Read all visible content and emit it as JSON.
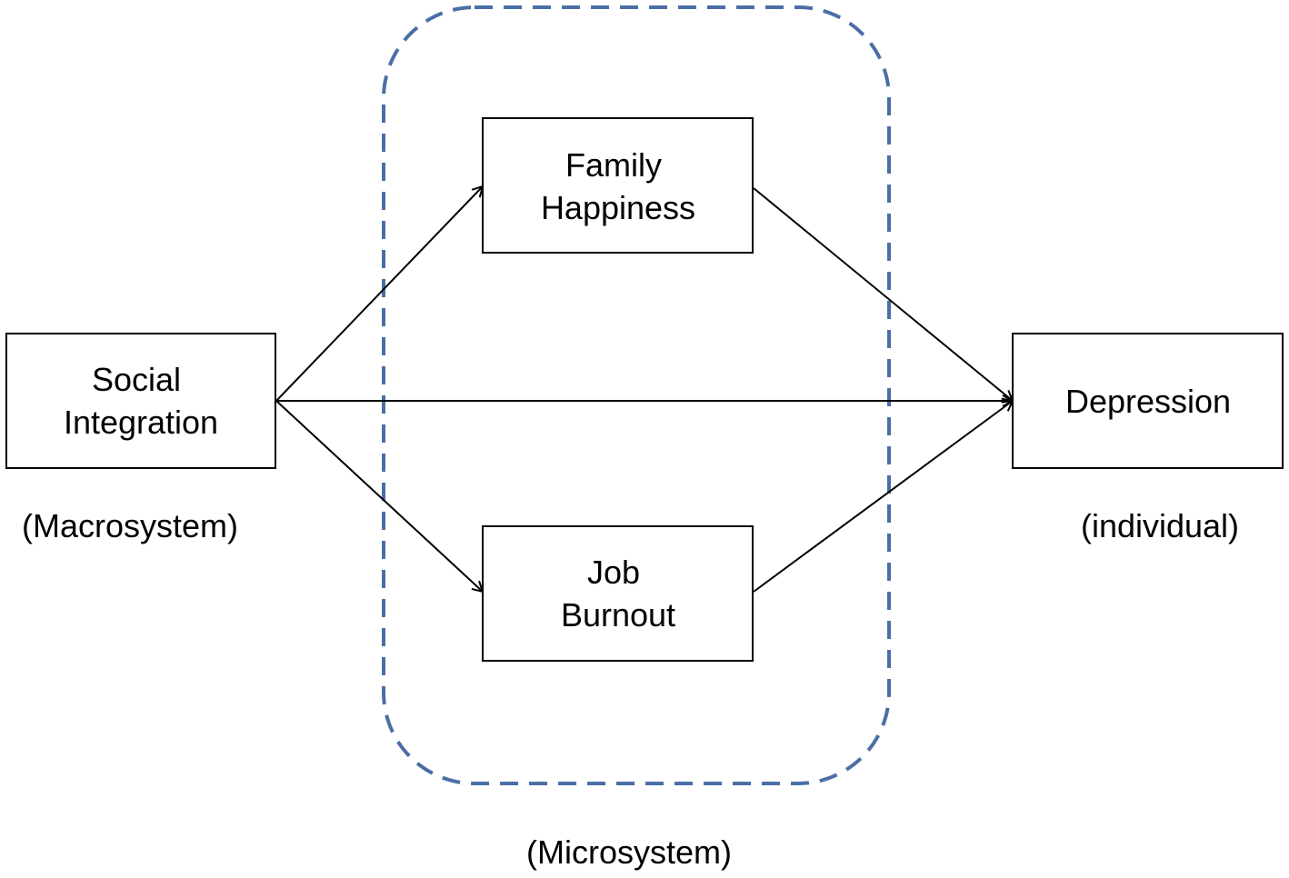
{
  "diagram": {
    "nodes": {
      "social_integration": {
        "lines": [
          "Social",
          "Integration"
        ]
      },
      "family_happiness": {
        "lines": [
          "Family",
          "Happiness"
        ]
      },
      "job_burnout": {
        "lines": [
          "Job",
          "Burnout"
        ]
      },
      "depression": {
        "lines": [
          "Depression"
        ]
      }
    },
    "captions": {
      "macrosystem": "(Macrosystem)",
      "microsystem": "(Microsystem)",
      "individual": "(individual)"
    },
    "edges": [
      {
        "from": "Social Integration",
        "to": "Family Happiness"
      },
      {
        "from": "Social Integration",
        "to": "Job Burnout"
      },
      {
        "from": "Social Integration",
        "to": "Depression"
      },
      {
        "from": "Family Happiness",
        "to": "Depression"
      },
      {
        "from": "Job Burnout",
        "to": "Depression"
      }
    ],
    "colors": {
      "group_outline": "#4a6fa5",
      "box_outline": "#000000",
      "arrow": "#000000"
    }
  }
}
